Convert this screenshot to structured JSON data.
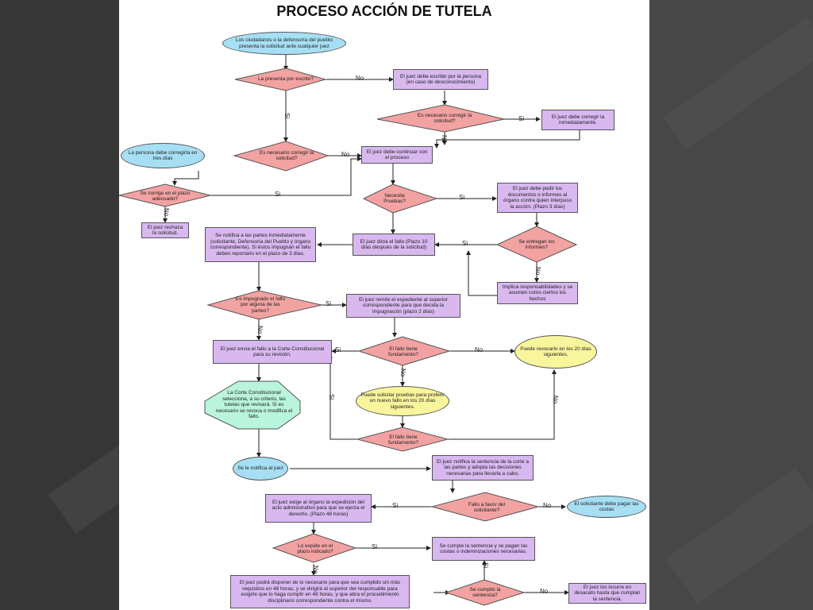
{
  "title": "PROCESO ACCIÓN DE TUTELA",
  "nodes": {
    "start": "Los ciudadanos o la defensoría del pueblo presenta la solicitud ante cualquier juez",
    "d_escrito": "La presenta por escrito?",
    "juez_escribir": "El juez debe escribir por la persona (en caso de desconocimiento)",
    "d_corregir_juez": "Es necesario corregir la solicitud?",
    "juez_corregir": "El juez debe corregir la inmediatamente.",
    "persona_corregir": "La persona debe corregirla en tres días",
    "d_corregir_solicitud": "Es necesario corregir la solicitud?",
    "juez_continuar": "El juez debe continuar con el proceso",
    "d_plazo": "Se corrige en el plazo adecuado?",
    "juez_rechaza": "El juez rechaza la solicitud.",
    "d_pruebas": "Necesita Pruebas?",
    "juez_pedir": "El juez debe pedir los documentos o informes al órgano contra quien interpuso la acción. (Plazo 3 días)",
    "se_notifica": "Se notifica a las partes inmediatamente (solicitante, Defensoría del Pueblo y órgano correspondiente). Si éstos impugnan el fallo deben reportarlo en el plazo de 3 días.",
    "juez_dicta": "El juez dicta el fallo (Plazo 10 días después de la solicitud)",
    "d_entregan": "Se entregan los informes?",
    "implica": "Implica responsabilidades y se asumen como ciertos los hechos",
    "d_impugnado": "Es impugnado el fallo por alguna de las partes?",
    "juez_remite": "El juez remite el expediente al superior correspondiente para que decida la impugnación (plazo 2 días)",
    "juez_envia": "El juez envía el fallo a la Corte Constitucional para su revisión.",
    "d_fundamento": "El fallo tiene fundamento?",
    "puede_revocarlo": "Puede revocarlo en los 20 días siguientes.",
    "corte": "La Corte Constitucional selecciona, a su criterio, las tutelas que revisará. Si es necesario se revoca o modifica el fallo.",
    "puede_solicitar": "Puede solicitar pruebas para proferir un nuevo fallo en los 20 días siguientes.",
    "d_fundamento2": "El fallo tiene fundamento?",
    "se_notifica_juez": "Se le notifica al juez",
    "juez_notifica": "El juez notifica la sentencia de la corte a las partes y adopta las decisiones necesarias para llevarla a cabo.",
    "juez_exige": "El juez exige al órgano la expedición del acto administrativo para que se ejerza el derecho. (Plazo 48 horas)",
    "d_favor": "Fallo a favor del solicitante?",
    "solicitante_pagar": "El solicitante debe pagar las costas",
    "d_expide": "Lo expide en el plazo indicado?",
    "cumple": "Se cumple la sentencia y se pagan las costas o indemnizaciones necesarias.",
    "juez_dispone": "El juez podrá disponer de lo necesario para que sea cumplido sin más requisitos en 48 horas, y se dirigirá al superior del responsable para exigirle que lo haga cumplir en 48 horas, y que abra el procedimiento disciplinario correspondiente contra el mismo.",
    "d_cumplio": "Se cumplió la sentencia?",
    "juez_incurre": "El juez los incurre en desacato hasta que cumplan la sentencia."
  },
  "labels": {
    "si": "Si",
    "no": "No"
  },
  "colors": {
    "decision_fill": "#f3a2a2",
    "process_fill": "#d9b8f0",
    "terminal_fill": "#a6dff4",
    "alt_fill": "#f9f59c",
    "corte_fill": "#b9f4dc"
  }
}
